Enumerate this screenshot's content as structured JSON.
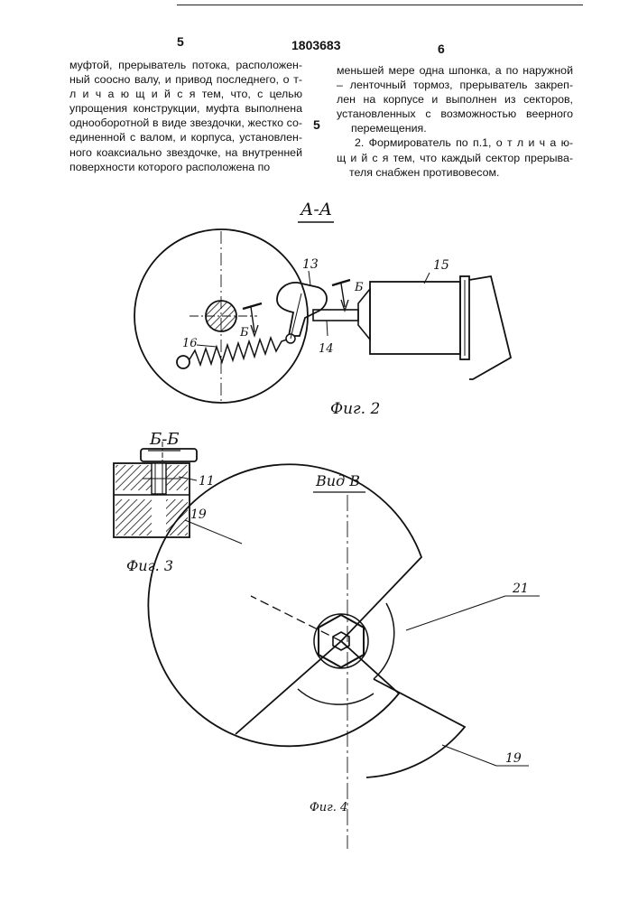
{
  "header": {
    "left_page_num": "5",
    "patent_number": "1803683",
    "right_page_num": "6",
    "line_marker": "5"
  },
  "left_column": [
    "муфтой, прерыватель потока, расположен-",
    "ный соосно валу, и привод последнего, о т-",
    "л и ч а ю щ и й с я  тем, что, с целью",
    "упрощения конструкции, муфта выполнена",
    "однооборотной в виде звездочки, жестко со-",
    "единенной с валом, и корпуса, установлен-",
    "ного коаксиально звездочке, на внутренней",
    "поверхности которого расположена по"
  ],
  "right_column": [
    "меньшей мере одна шпонка, а по наружной",
    "– ленточный тормоз, прерыватель закреп-",
    "лен на корпусе и выполнен из секторов,",
    "установленных с возможностью веерного",
    "перемещения.",
    "2. Формирователь по п.1, о т л и ч а ю-",
    "щ и й с я  тем, что каждый сектор прерыва-",
    "теля снабжен противовесом."
  ],
  "fig2": {
    "section_label": "А-А",
    "caption": "Фиг. 2",
    "labels": {
      "l13": "13",
      "l15": "15",
      "l14": "14",
      "l16": "16",
      "b_left": "Б",
      "b_right": "Б"
    }
  },
  "fig3": {
    "section_label": "Б-Б",
    "caption": "Фиг. 3",
    "labels": {
      "l11": "11"
    }
  },
  "fig4": {
    "view_label": "Вид В",
    "caption": "Фиг. 4",
    "labels": {
      "l19a": "19",
      "l21": "21",
      "l19b": "19"
    }
  }
}
